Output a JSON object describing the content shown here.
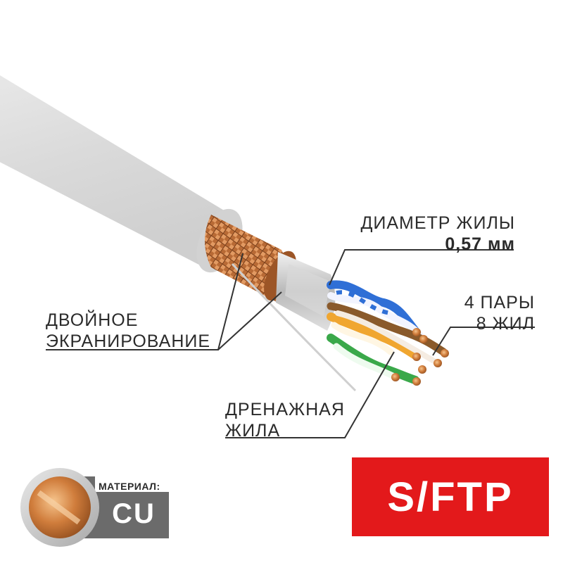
{
  "labels": {
    "core_diameter_title": "ДИАМЕТР ЖИЛЫ",
    "core_diameter_value": "0,57 мм",
    "pairs_line1": "4 ПАРЫ",
    "pairs_line2": "8 ЖИЛ",
    "shielding_line1": "ДВОЙНОЕ",
    "shielding_line2": "ЭКРАНИРОВАНИЕ",
    "drain_line1": "ДРЕНАЖНАЯ",
    "drain_line2": "ЖИЛА"
  },
  "material": {
    "caption": "МАТЕРИАЛ:",
    "value": "CU"
  },
  "badge": {
    "text": "S/FTP"
  },
  "colors": {
    "badge_red": "#e3191b",
    "jacket_gray": "#dcdcdc",
    "copper": "#c8733a",
    "material_bar": "#6b6b6b",
    "pair_blue": "#2f6fd6",
    "pair_orange": "#f0a630",
    "pair_green": "#3aa84a",
    "pair_brown": "#8a5a2b"
  }
}
